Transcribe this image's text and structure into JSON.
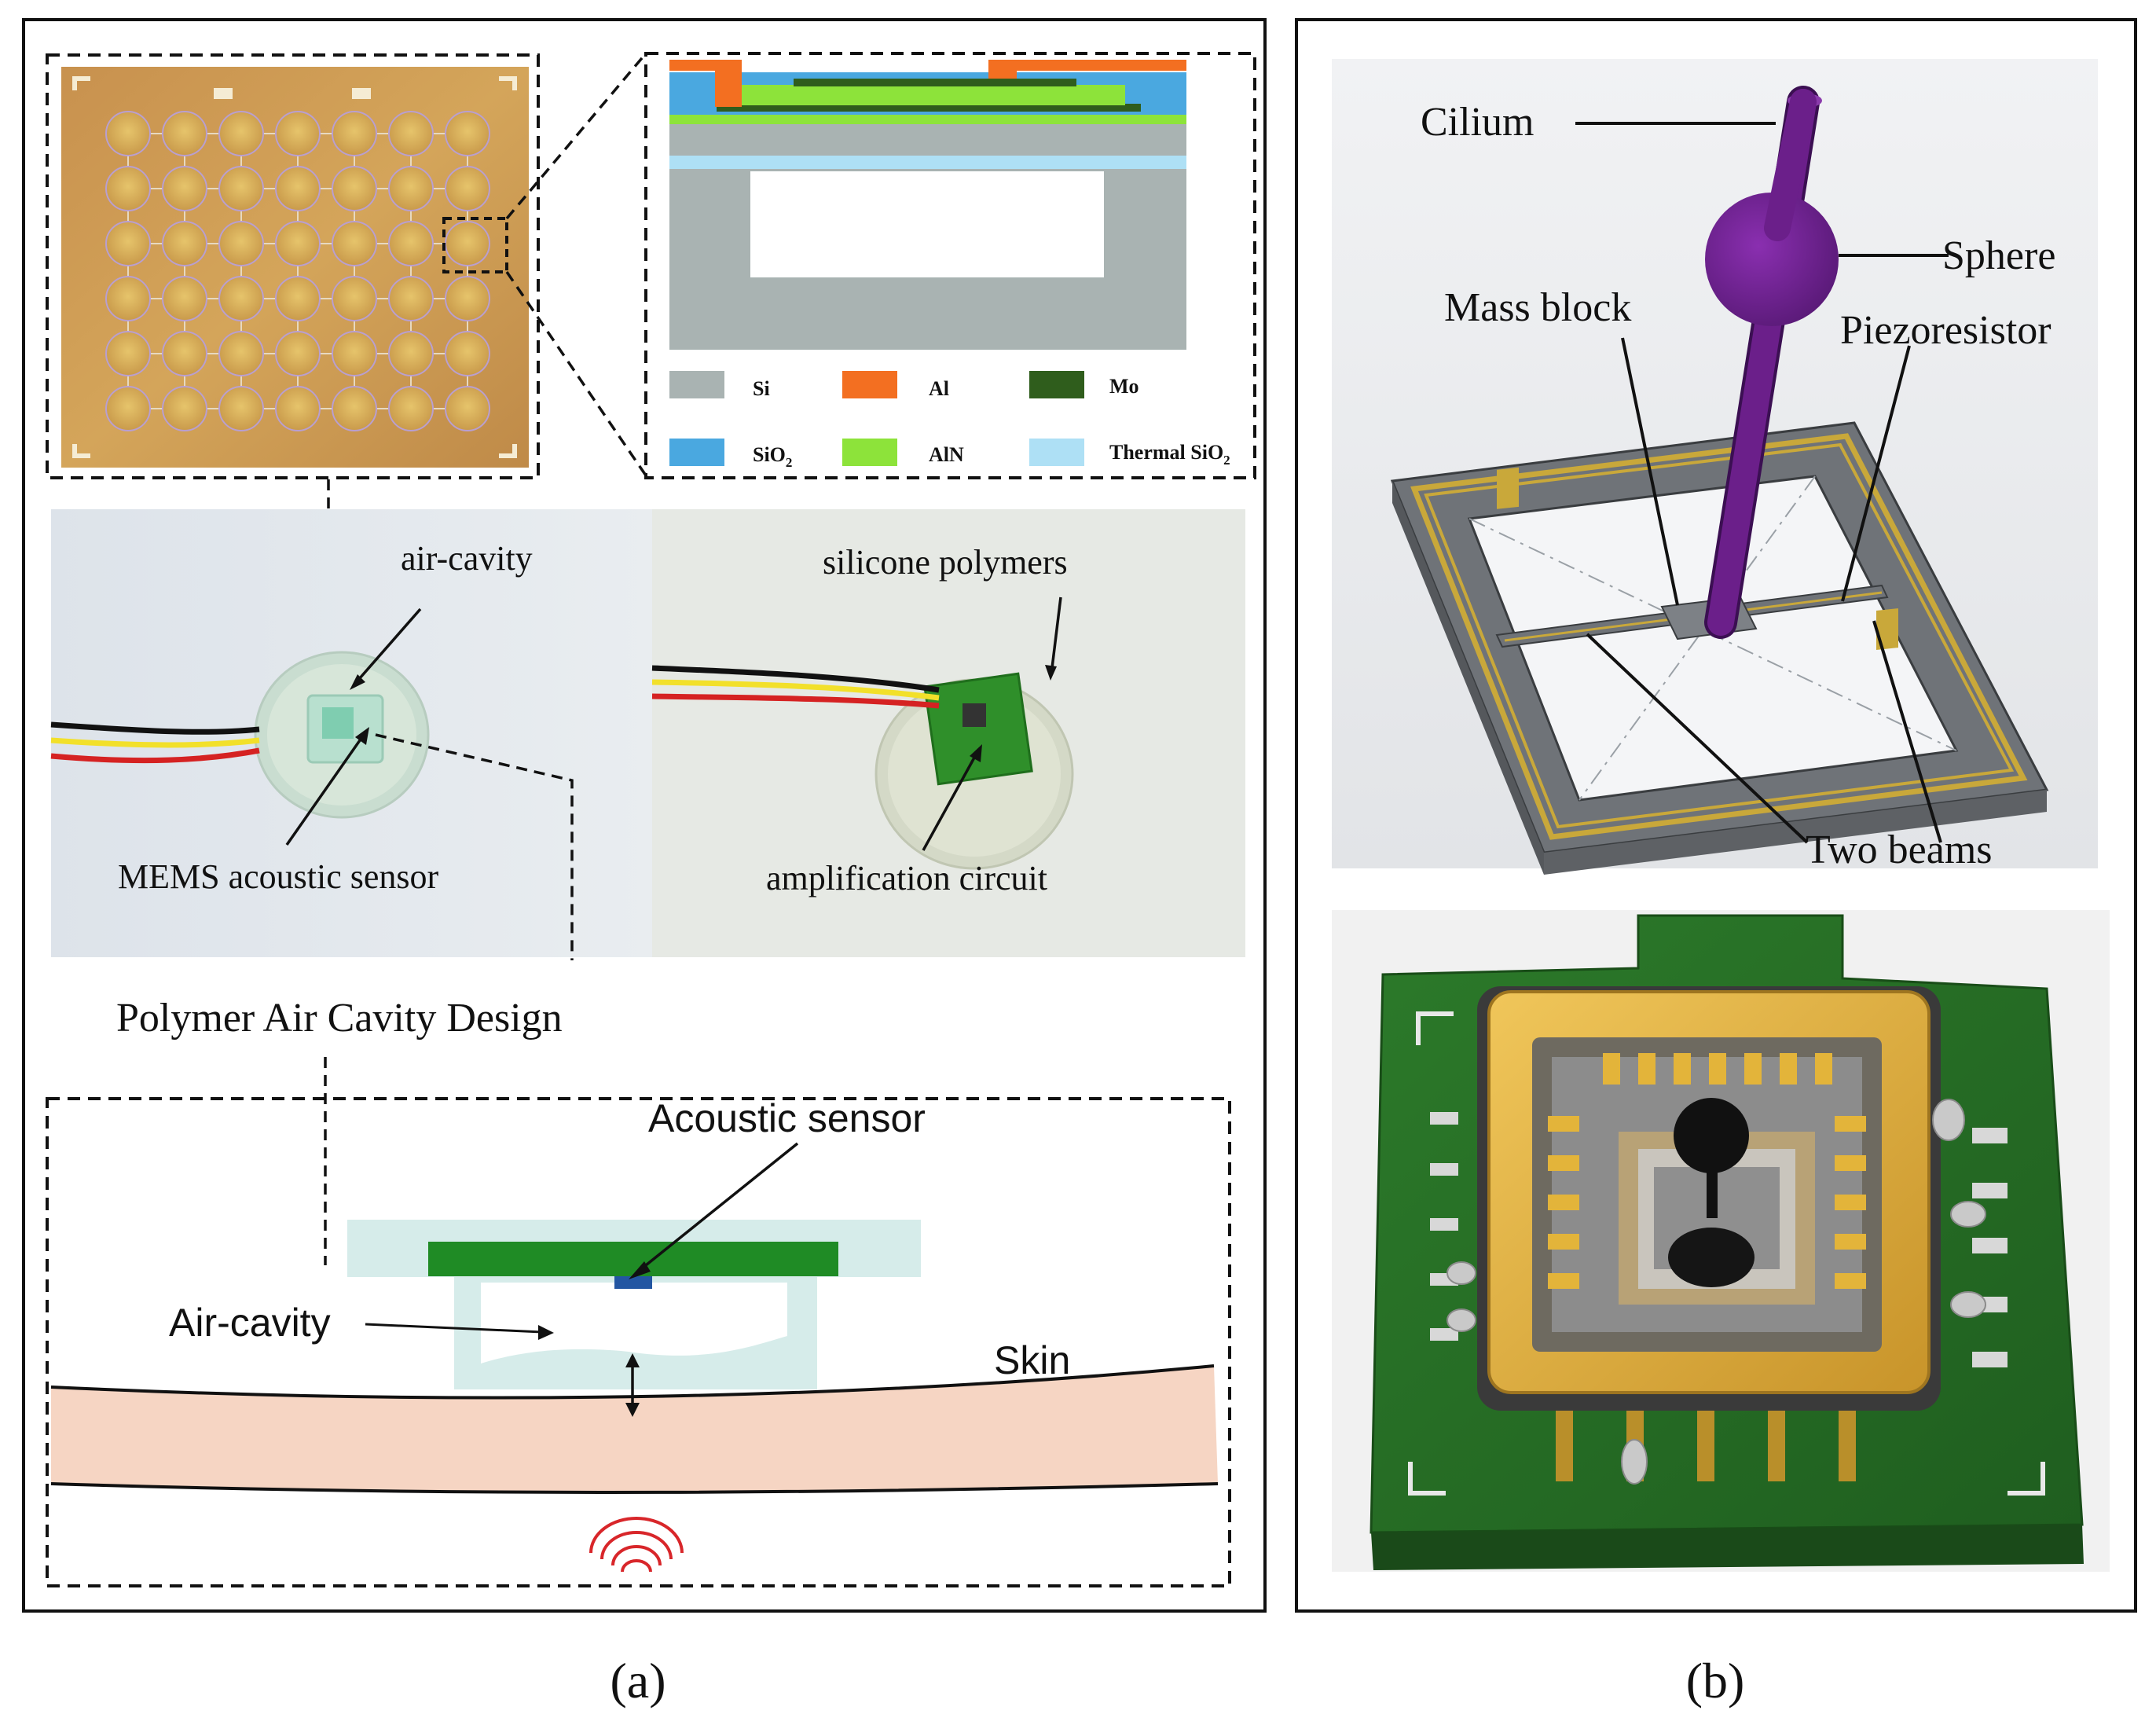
{
  "panel_a": {
    "caption": "(a)",
    "legend": {
      "si": "Si",
      "al": "Al",
      "mo": "Mo",
      "sio2": "SiO",
      "sio2_sub": "2",
      "aln": "AlN",
      "thermal_sio2": "Thermal SiO",
      "thermal_sio2_sub": "2"
    },
    "photo_labels": {
      "air_cavity": "air-cavity",
      "mems_sensor": "MEMS acoustic sensor",
      "silicone": "silicone polymers",
      "amplification": "amplification circuit"
    },
    "design_title": "Polymer Air Cavity Design",
    "schematic": {
      "acoustic_sensor": "Acoustic sensor",
      "air_cavity": "Air-cavity",
      "skin": "Skin"
    }
  },
  "panel_b": {
    "caption": "(b)",
    "labels": {
      "cilium": "Cilium",
      "sphere": "Sphere",
      "mass_block": "Mass block",
      "piezoresistor": "Piezoresistor",
      "two_beams": "Two beams"
    }
  },
  "colors": {
    "si": "#a9b3b2",
    "al": "#f36f21",
    "mo": "#2f5d1c",
    "sio2": "#4aa8e0",
    "aln": "#8de33a",
    "thermal_sio2": "#aee0f5",
    "skin": "#f6d5c3",
    "polymer": "#d6ecea",
    "pcb": "#2f8f2a",
    "gold": "#e0b43a",
    "cilium": "#6b1f8a",
    "wave": "#d8262a"
  }
}
